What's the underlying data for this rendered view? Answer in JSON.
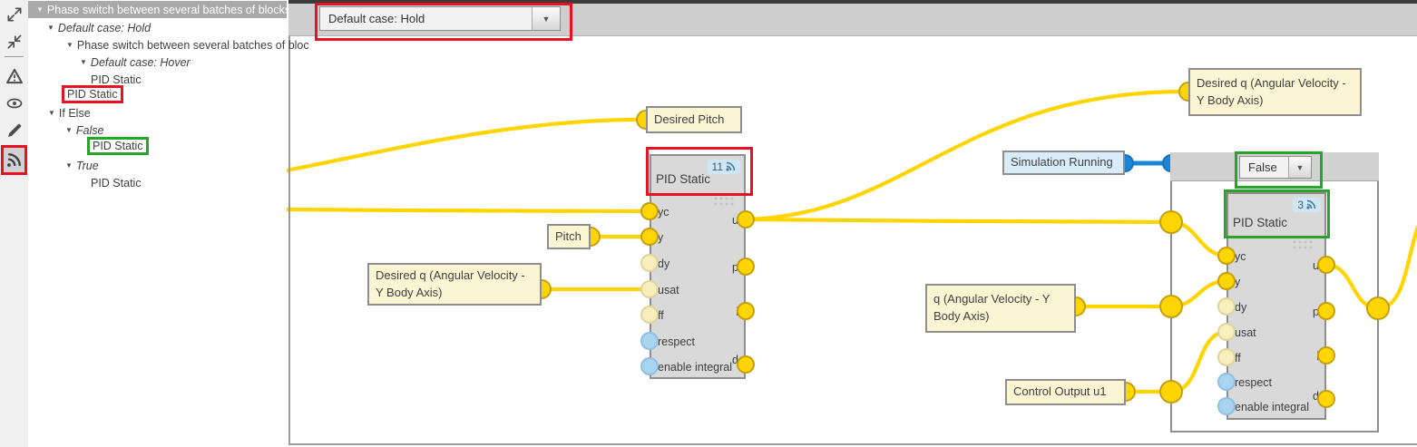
{
  "sidebar": {
    "icons": [
      "expand-icon",
      "collapse-icon",
      "warning-icon",
      "eye-icon",
      "pencil-icon",
      "signal-icon"
    ],
    "active_icon": "signal-icon"
  },
  "tree": {
    "items": [
      {
        "label": "Phase switch between several batches of blocks",
        "selected": true
      },
      {
        "label": "Default case: Hold",
        "italic": true
      },
      {
        "label": "Phase switch between several batches of bloc"
      },
      {
        "label": "Default case: Hover",
        "italic": true
      },
      {
        "label": "PID Static"
      },
      {
        "label": "PID Static",
        "annotation": "red"
      },
      {
        "label": "If Else"
      },
      {
        "label": "False",
        "italic": true
      },
      {
        "label": "PID Static",
        "annotation": "green"
      },
      {
        "label": "True",
        "italic": true
      },
      {
        "label": "PID Static"
      }
    ]
  },
  "toolbar": {
    "case_dropdown_value": "Default case: Hold"
  },
  "diagram": {
    "blocks": {
      "desired_pitch": {
        "label": "Desired Pitch"
      },
      "pitch": {
        "label": "Pitch"
      },
      "desired_q": {
        "label": "Desired q (Angular Velocity - Y Body Axis)"
      },
      "desired_q_top": {
        "label": "Desired q (Angular Velocity - Y Body Axis)"
      },
      "simulation_running": {
        "label": "Simulation Running"
      },
      "q_angular": {
        "label": "q (Angular Velocity - Y Body Axis)"
      },
      "control_output": {
        "label": "Control Output u1"
      }
    },
    "pid1": {
      "title": "PID Static",
      "badge": "11"
    },
    "pid2": {
      "title": "PID Static",
      "badge": "3"
    },
    "pid_inputs": [
      "yc",
      "y",
      "dy",
      "usat",
      "ff",
      "respect",
      "enable integral"
    ],
    "pid_outputs": [
      "u",
      "p",
      "i",
      "d"
    ],
    "container": {
      "dropdown_value": "False"
    }
  },
  "colors": {
    "wire_yellow": "#fed500",
    "wire_blue": "#1b86d8",
    "annotation_red": "#e81123",
    "annotation_green": "#28a428",
    "port_yellow": "#ffd503",
    "port_pale": "#f8eebc",
    "port_blue_light": "#a9d4ef",
    "badge_bg": "#cfe6f5",
    "selected_row_bg": "#a9a9a9"
  }
}
